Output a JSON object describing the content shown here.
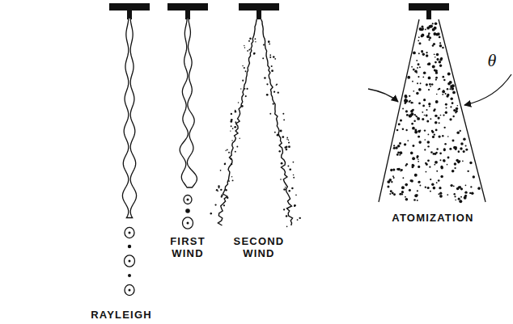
{
  "diagram": {
    "labels": [
      "RAYLEIGH",
      "FIRST WIND",
      "SECOND WIND",
      "ATOMIZATION",
      "θ"
    ]
  }
}
